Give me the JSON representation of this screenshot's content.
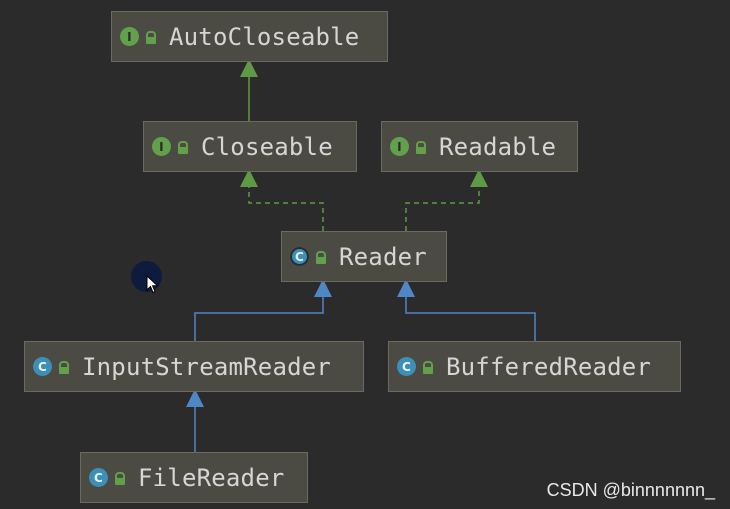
{
  "diagram": {
    "nodes": [
      {
        "id": "autocloseable",
        "label": "AutoCloseable",
        "kind": "interface",
        "badge": "I"
      },
      {
        "id": "closeable",
        "label": "Closeable",
        "kind": "interface",
        "badge": "I"
      },
      {
        "id": "readable",
        "label": "Readable",
        "kind": "interface",
        "badge": "I"
      },
      {
        "id": "reader",
        "label": "Reader",
        "kind": "abstract-class",
        "badge": "C"
      },
      {
        "id": "inputstreamreader",
        "label": "InputStreamReader",
        "kind": "class",
        "badge": "C"
      },
      {
        "id": "bufferedreader",
        "label": "BufferedReader",
        "kind": "class",
        "badge": "C"
      },
      {
        "id": "filereader",
        "label": "FileReader",
        "kind": "class",
        "badge": "C"
      }
    ],
    "edges": [
      {
        "from": "closeable",
        "to": "autocloseable",
        "type": "extends"
      },
      {
        "from": "reader",
        "to": "closeable",
        "type": "implements"
      },
      {
        "from": "reader",
        "to": "readable",
        "type": "implements"
      },
      {
        "from": "inputstreamreader",
        "to": "reader",
        "type": "extends"
      },
      {
        "from": "bufferedreader",
        "to": "reader",
        "type": "extends"
      },
      {
        "from": "filereader",
        "to": "inputstreamreader",
        "type": "extends"
      }
    ]
  },
  "watermark": "CSDN @binnnnnnn_",
  "colors": {
    "background": "#2b2b2b",
    "node_fill": "#4b4a43",
    "node_border": "#6a6a60",
    "interface_badge": "#62a04b",
    "class_badge": "#3d8fb8",
    "implements_edge": "#5f9a45",
    "extends_interface_edge": "#5f9a45",
    "extends_class_edge": "#4f86c6"
  }
}
